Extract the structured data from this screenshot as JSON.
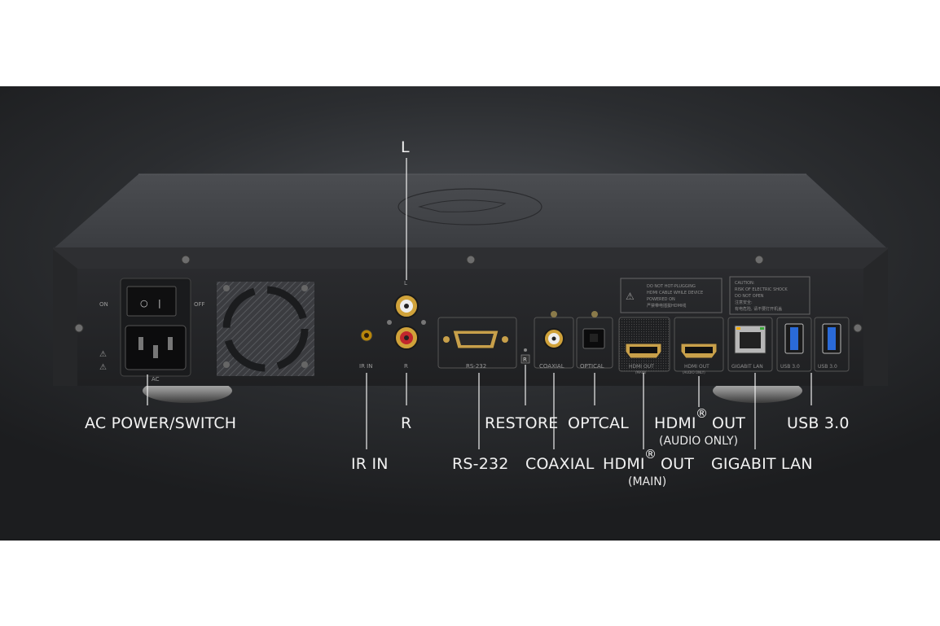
{
  "device": {
    "panel_labels": {
      "on": "ON",
      "off": "OFF",
      "ac": "AC",
      "rca_l": "L",
      "rca_r": "R",
      "ir_in": "IR IN",
      "rs232": "RS-232",
      "restore_mark": "R",
      "coaxial": "COAXIAL",
      "optical": "OPTICAL",
      "hdmi_main_line1": "HDMI OUT",
      "hdmi_main_line2": "(MAIN)",
      "hdmi_audio_line1": "HDMI OUT",
      "hdmi_audio_line2": "(AUDIO ONLY)",
      "gigabit_lan": "GIGABIT LAN",
      "usb1": "USB 3.0",
      "usb2": "USB 3.0"
    },
    "warning_hdmi": [
      "DO NOT HOT-PLUGGING",
      "HDMI CABLE WHILE DEVICE",
      "POWERED ON",
      "严禁带电插拔HDMI线"
    ],
    "warning_shock": [
      "CAUTION:",
      "RISK OF ELECTRIC SHOCK",
      "DO NOT OPEN",
      "注意安全:",
      "有电危险, 请不要打开机盖"
    ]
  },
  "callouts": {
    "l": "L",
    "ac_power_switch": "AC POWER/SWITCH",
    "r": "R",
    "restore": "RESTORE",
    "optcal": "OPTCAL",
    "hdmi_audio": "HDMI",
    "hdmi_audio_out": "OUT",
    "hdmi_audio_sub": "(AUDIO ONLY)",
    "usb": "USB 3.0",
    "ir_in": "IR IN",
    "rs232": "RS-232",
    "coaxial": "COAXIAL",
    "hdmi_main": "HDMI",
    "hdmi_main_out": "OUT",
    "hdmi_main_sub": "(MAIN)",
    "gigabit_lan": "GIGABIT LAN",
    "registered": "®"
  }
}
